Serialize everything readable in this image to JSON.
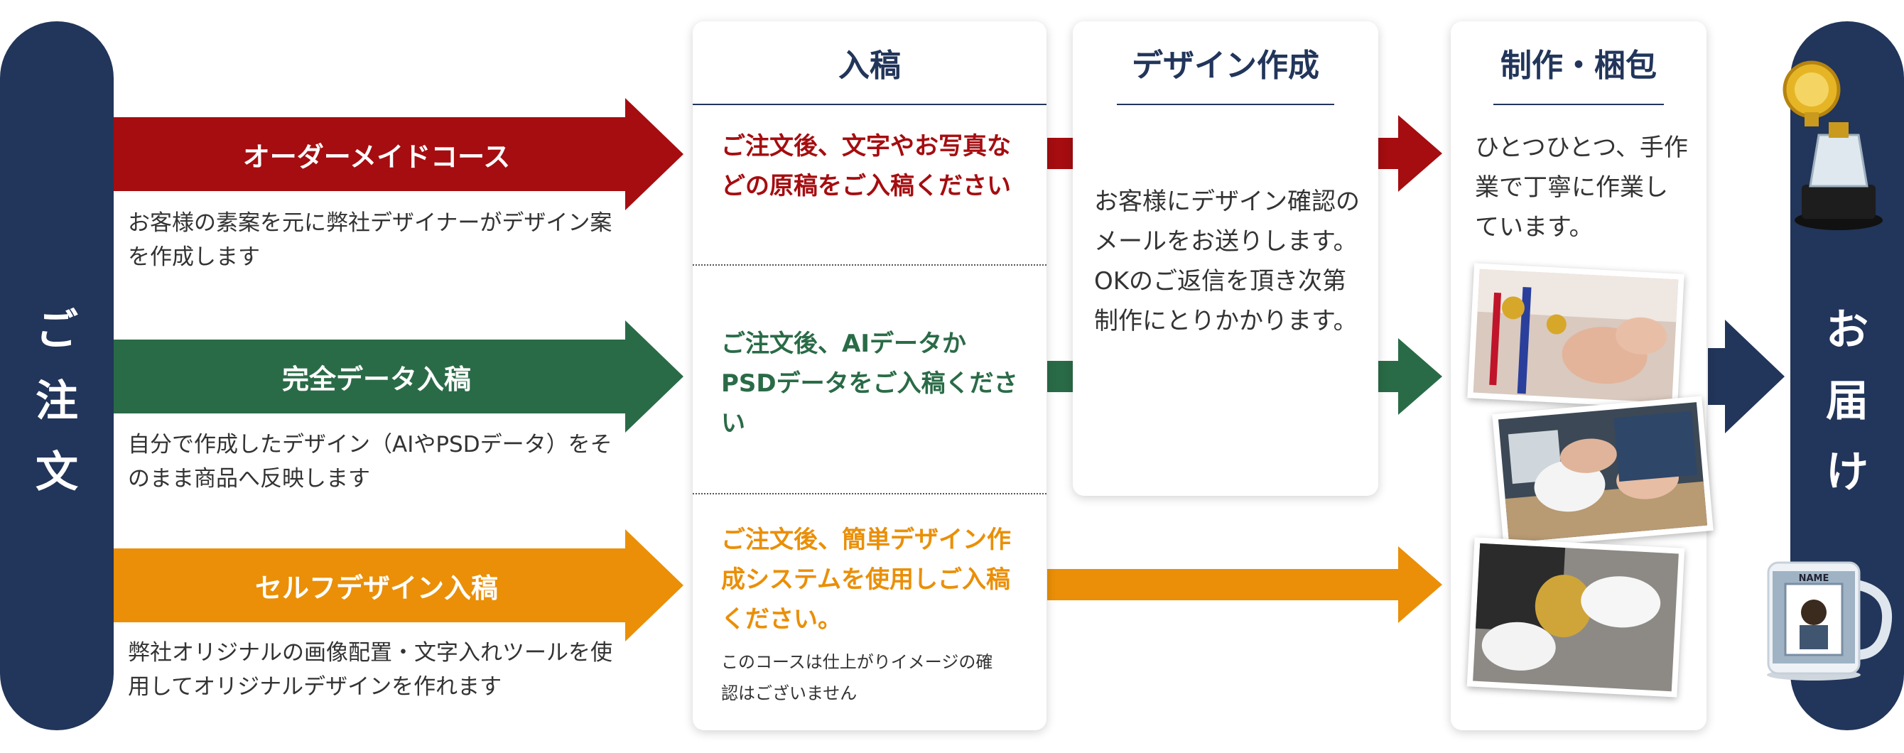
{
  "left_label": [
    "ご",
    "注",
    "文"
  ],
  "right_label": [
    "お",
    "届",
    "け"
  ],
  "courses": [
    {
      "title": "オーダーメイドコース",
      "desc": "お客様の素案を元に弊社デザイナーがデザイン案を作成します",
      "color": "#a50d10"
    },
    {
      "title": "完全データ入稿",
      "desc": "自分で作成したデザイン（AIやPSDデータ）をそのまま商品へ反映します",
      "color": "#2a6b47"
    },
    {
      "title": "セルフデザイン入稿",
      "desc": "弊社オリジナルの画像配置・文字入れツールを使用してオリジナルデザインを作れます",
      "color": "#ea8f07"
    }
  ],
  "nyuko": {
    "title": "入稿",
    "steps": [
      "ご注文後、文字やお写真などの原稿をご入稿ください",
      "ご注文後、AIデータかPSDデータをご入稿ください",
      "ご注文後、簡単デザイン作成システムを使用しご入稿ください。"
    ],
    "note": "このコースは仕上がりイメージの確認はございません"
  },
  "design": {
    "title": "デザイン作成",
    "body": "お客様にデザイン確認のメールをお送りします。OKのご返信を頂き次第制作にとりかかります。"
  },
  "production": {
    "title": "制作・梱包",
    "body": "ひとつひとつ、手作業で丁寧に作業しています。"
  },
  "mug_label": "NAME",
  "colors": {
    "navy": "#22355a",
    "red": "#a50d10",
    "green": "#2a6b47",
    "orange": "#ea8f07"
  }
}
